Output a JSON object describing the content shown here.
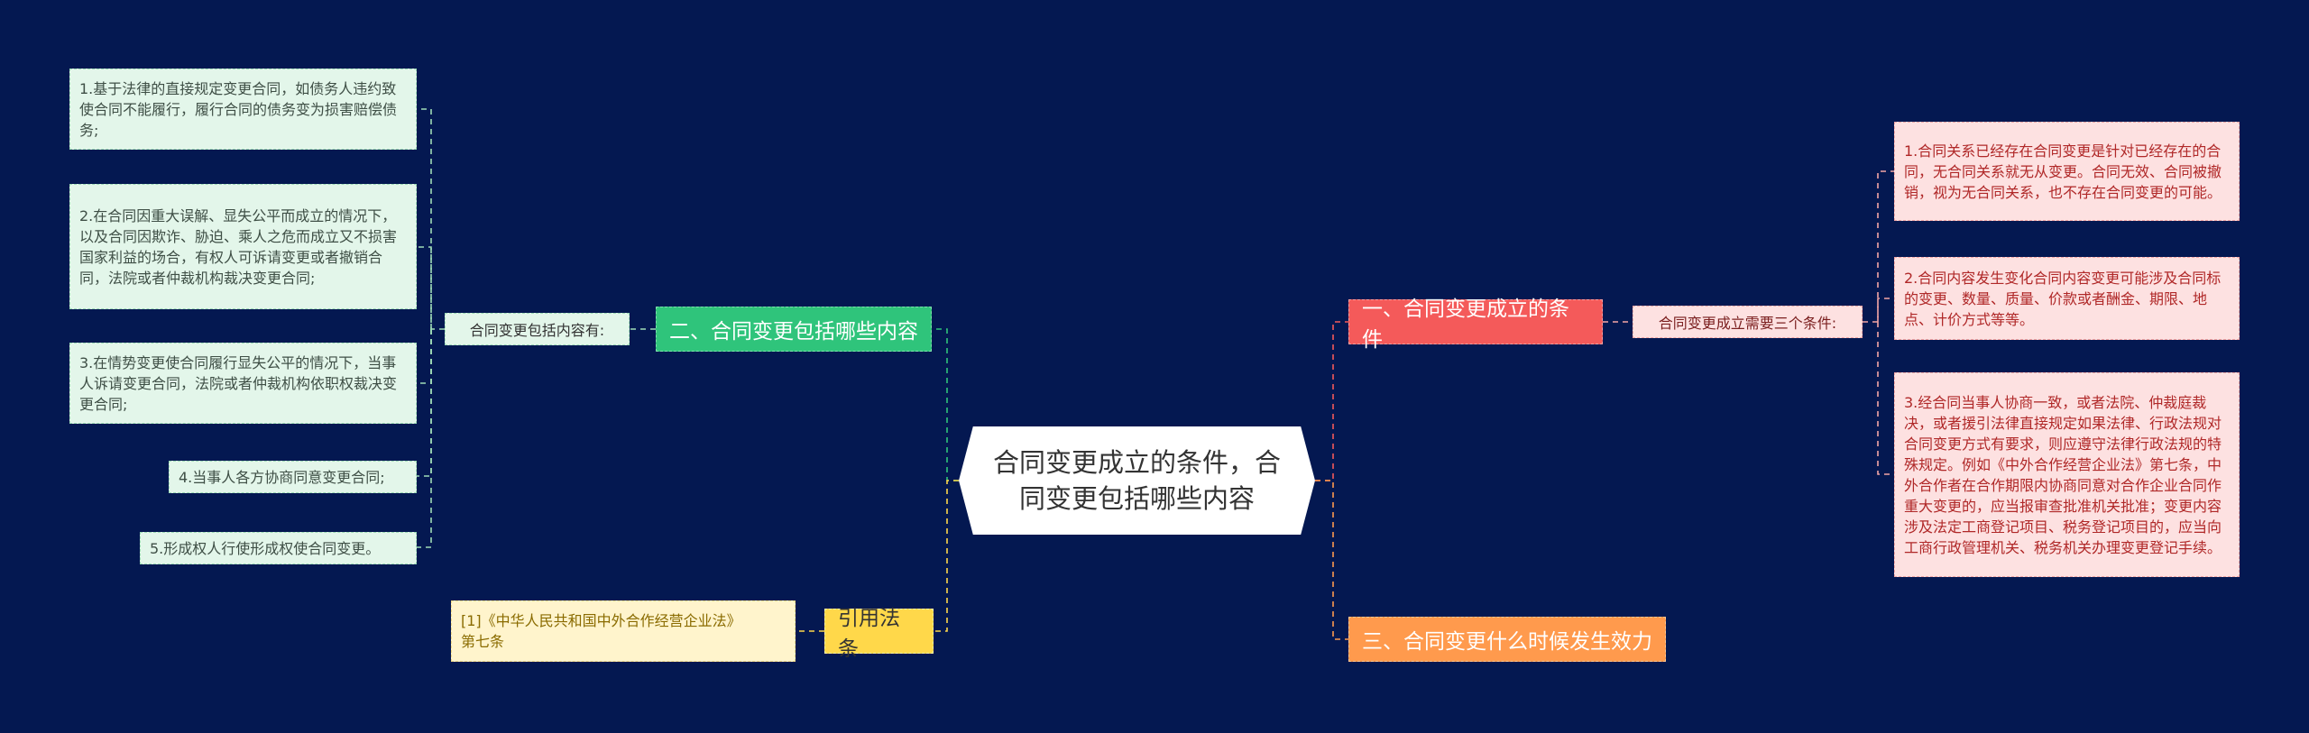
{
  "root": {
    "title": "合同变更成立的条件，合\n同变更包括哪些内容"
  },
  "branches": {
    "condition": {
      "label": "一、合同变更成立的条件",
      "summary": "合同变更成立需要三个条件:",
      "items": [
        "1.合同关系已经存在合同变更是针对已经存在的合同，无合同关系就无从变更。合同无效、合同被撤销，视为无合同关系，也不存在合同变更的可能。",
        "2.合同内容发生变化合同内容变更可能涉及合同标的变更、数量、质量、价款或者酬金、期限、地点、计价方式等等。",
        "3.经合同当事人协商一致，或者法院、仲裁庭裁决，或者援引法律直接规定如果法律、行政法规对合同变更方式有要求，则应遵守法律行政法规的特殊规定。例如《中外合作经营企业法》第七条，中外合作者在合作期限内协商同意对合作企业合同作重大变更的，应当报审查批准机关批准；变更内容涉及法定工商登记项目、税务登记项目的，应当向工商行政管理机关、税务机关办理变更登记手续。"
      ]
    },
    "content": {
      "label": "二、合同变更包括哪些内容",
      "summary": "合同变更包括内容有:",
      "items": [
        "1.基于法律的直接规定变更合同，如债务人违约致使合同不能履行，履行合同的债务变为损害赔偿债务;",
        "2.在合同因重大误解、显失公平而成立的情况下，以及合同因欺诈、胁迫、乘人之危而成立又不损害国家利益的场合，有权人可诉请变更或者撤销合同，法院或者仲裁机构裁决变更合同;",
        "3.在情势变更使合同履行显失公平的情况下，当事人诉请变更合同，法院或者仲裁机构依职权裁决变更合同;",
        "4.当事人各方协商同意变更合同;",
        "5.形成权人行使形成权使合同变更。"
      ]
    },
    "effect": {
      "label": "三、合同变更什么时候发生效力"
    },
    "citation": {
      "label": "引用法条",
      "items": [
        "[1]《中华人民共和国中外合作经营企业法》\n第七条"
      ]
    }
  },
  "colors": {
    "background": "#041851",
    "green": "#2fc47b",
    "red": "#f45a5a",
    "orange": "#ff9a4d",
    "yellow": "#ffd84a"
  }
}
